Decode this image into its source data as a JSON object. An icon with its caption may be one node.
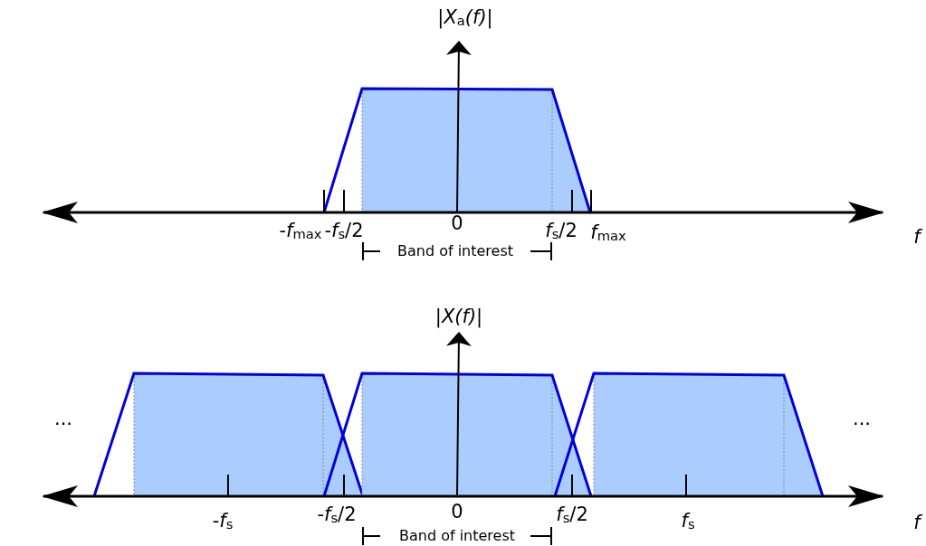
{
  "diagram": {
    "labels": [
      "|*X*$_{a}$*(f)*|",
      "-*f*$_{max}$",
      "-*f*$_{s}$/2",
      "0",
      "*f*$_{s}$/2",
      "*f*$_{max}$",
      "*f*",
      "Band of interest",
      "|*X(f)*|",
      "...",
      "...",
      "-*f*$_{s}$",
      "-*f*$_{s}$/2",
      "0",
      "*f*$_{s}$/2",
      "*f*$_{s}$",
      "*f*",
      "Band of interest"
    ]
  }
}
